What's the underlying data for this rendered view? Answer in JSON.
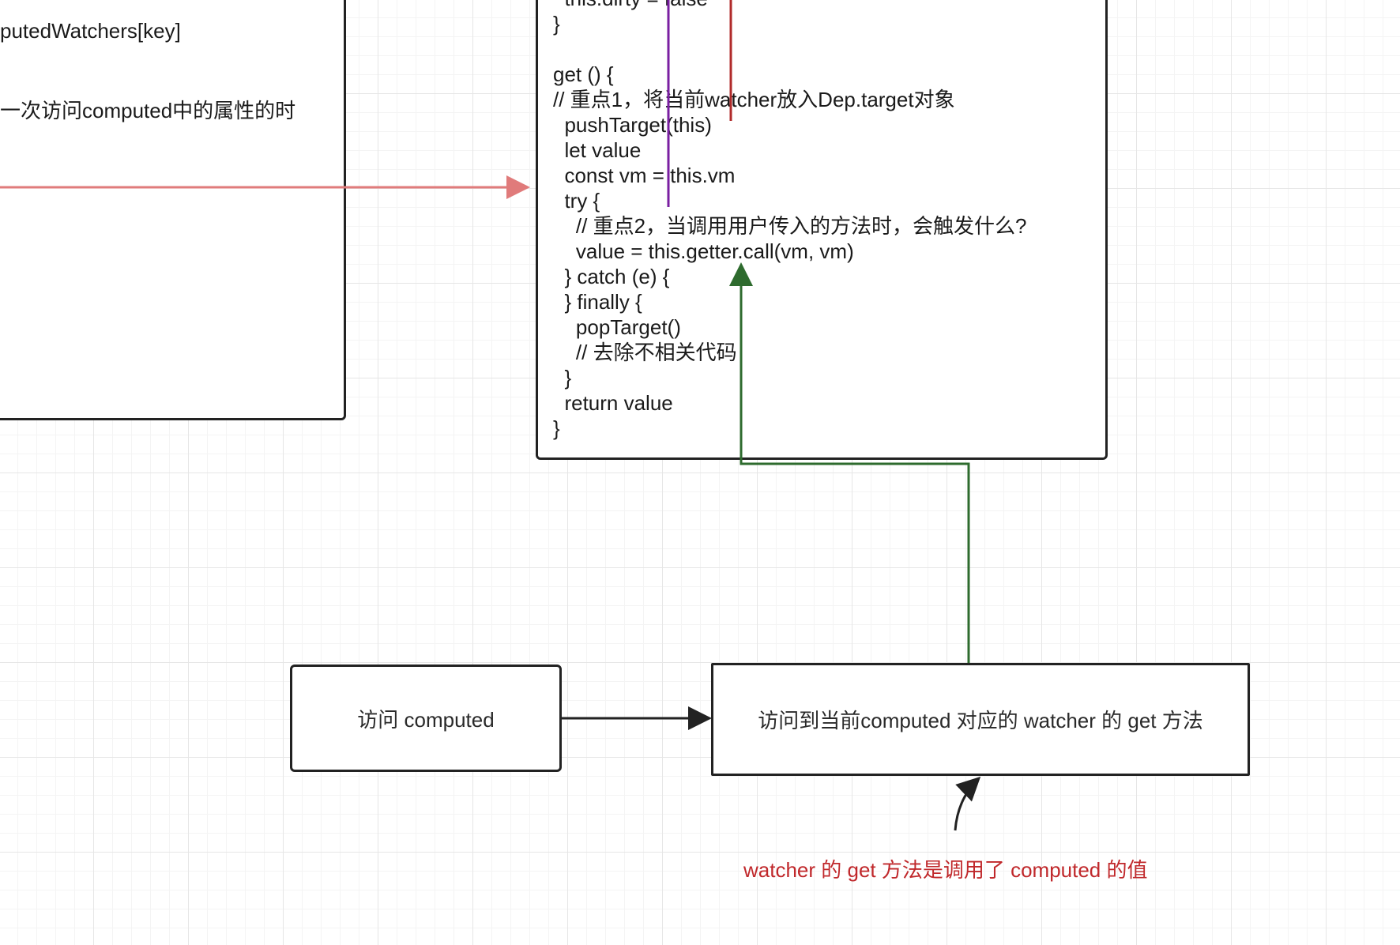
{
  "left_box": {
    "line1": "putedWatchers[key]",
    "line2": "一次访问computed中的属性的时"
  },
  "code_box": {
    "lines": [
      "  this.dirty = false",
      "}",
      "",
      "get () {",
      "// 重点1，将当前watcher放入Dep.target对象",
      "  pushTarget(this)",
      "  let value",
      "  const vm = this.vm",
      "  try {",
      "    // 重点2，当调用用户传入的方法时，会触发什么?",
      "    value = this.getter.call(vm, vm)",
      "  } catch (e) {",
      "  } finally {",
      "    popTarget()",
      "    // 去除不相关代码",
      "  }",
      "  return value",
      "}"
    ]
  },
  "boxes": {
    "access_label": "访问 computed",
    "get_label": "访问到当前computed 对应的 watcher 的 get 方法"
  },
  "annotation": {
    "text": "watcher 的 get 方法是调用了 computed 的值"
  },
  "colors": {
    "red_arrow": "#e07b7b",
    "green_arrow": "#2e6b2e",
    "purple_line": "#7a1fa2",
    "dark_red_line": "#b02a2a",
    "annotation_text": "#c0282b",
    "box_border": "#222222"
  }
}
